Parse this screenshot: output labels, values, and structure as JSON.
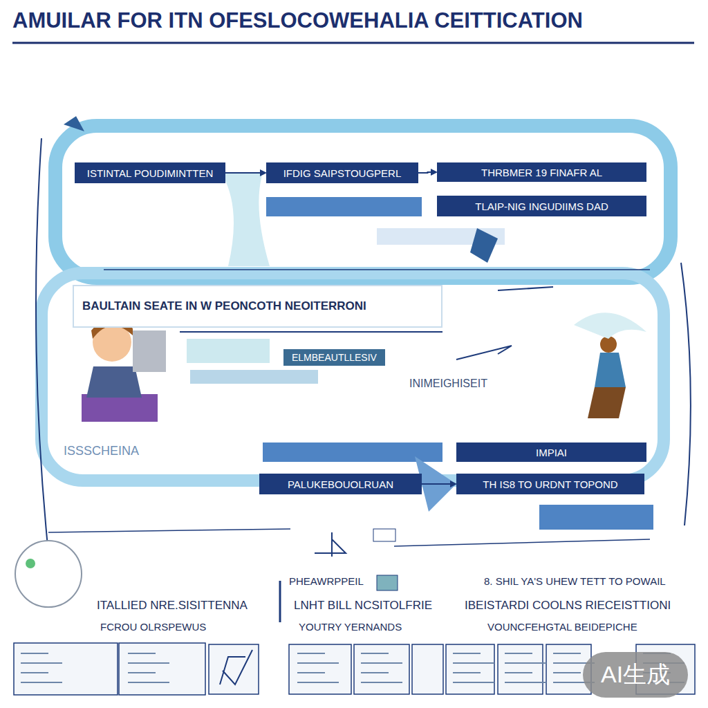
{
  "diagram": {
    "title": "AMUILAR FOR ITN OFESLOCOWEHALIA CEITTICATION",
    "nodes": [
      {
        "text": [
          "ISTINTAL POUDIMINTTEN"
        ]
      },
      {
        "text": [
          "IFDIG SAIPSTOUGPERL"
        ]
      },
      {
        "text": [
          "THRBMER 19 FINAFR AL"
        ]
      },
      {
        "text": [
          "TLAIP-NIG INGUDIIMS DAD"
        ]
      },
      {
        "text": [
          "BAULTAIN SEATE IN W PEONCOTH NEOITERRONI"
        ]
      },
      {
        "text": [
          "ELMBEAUTLLESIV"
        ]
      },
      {
        "text": [
          "IMPIAI"
        ]
      },
      {
        "text": [
          "PALUKEBOUOLRUAN"
        ]
      },
      {
        "text": [
          "TH IS8 TO URDNT TOPOND"
        ]
      }
    ],
    "edges": [
      {
        "from": 0,
        "to": 1,
        "arrow": "to"
      },
      {
        "from": 1,
        "to": 2,
        "arrow": "to"
      },
      {
        "from": 7,
        "to": 8,
        "arrow": "to"
      }
    ],
    "labels": [
      "INIMEIGHISEIT",
      "ISSSCHEINA",
      "PHEAWRPPEIL",
      "8. SHIL YA'S UHEW TETT TO POWAIL",
      "ITALLIED NRE.SISITTENNA",
      "LNHT BILL NCSITOLFRIE",
      "IBEISTARDI COOLNS RIECEISTTIONI",
      "FCROU OLRSPEWUS",
      "YOUTRY YERNANDS",
      "VOUNCFEHGTAL BEIDEPICHE",
      "AI生成"
    ]
  }
}
